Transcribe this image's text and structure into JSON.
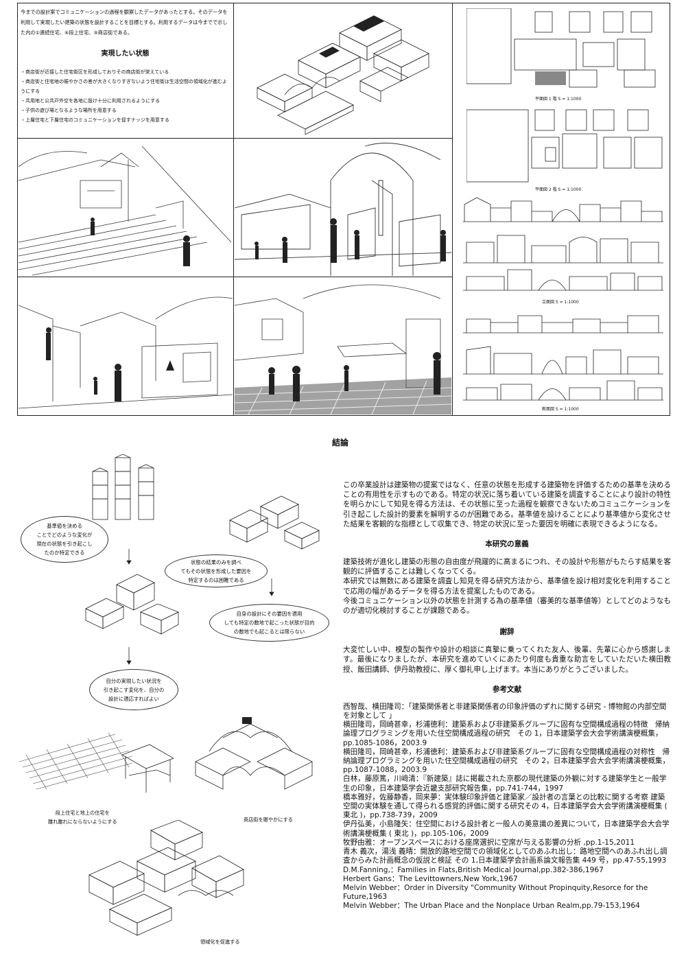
{
  "intro": {
    "paragraph": "今までの設計案でコミュニケーションの過程を観察したデータがあったとする。そのデータを利用して実現したい建築の状態を設計することを目標とする。利用するデータは今までで示した内の①連続住宅、④段上住宅、⑤商店街である。",
    "title": "実現したい状態",
    "items": [
      "・商店街が近接した住宅街区を形成しておりその商店街が栄えている",
      "・商店街と住宅地の賑やかさの差が大きくなりすぎないよう住宅街は生活空間の領域化が進むようにする",
      "・共用地と公共戸外空を各地に設け十分に利用されるようにする",
      "・子供の遊び場となるような場所を用意する",
      "・上層住宅と下層住宅のコミュニケーションを促すナッジを用意する"
    ]
  },
  "drawings": {
    "plan1_caption": "平面図 1 階  S = 1:1000",
    "plan2_caption": "平面図 2 階  S = 1:1000",
    "elevation_caption": "立面図  S = 1:1000",
    "section_caption": "断面図  S = 1:1000"
  },
  "conclusion": {
    "title": "結論",
    "paragraph": "この卒業設計は建築物の提案ではなく、任意の状態を形成する建築物を評価するための基準を決めることの有用性を示すものである。特定の状況に落ち着いている建築を調査することにより設計の特性を明らかにして知見を得る方法は、その状態に至った過程を観察できないためコミュニケーションを引き起こした設計的要素を解明するのが困難である。基準値を設けることにより基準値から変化させた結果を客観的な指標として収集でき、特定の状況に至った要因を明確に表現できるようになる。"
  },
  "significance": {
    "title": "本研究の意義",
    "paragraphs": [
      "建築技術が進化し建築の形態の自由度が飛躍的に高まるにつれ、その設計や形態がもたらす結果を客観的に評価することは難しくなってくる。",
      "本研究では無数にある建築を調査し知見を得る研究方法から、基準値を設け相対変化を利用することで応用の幅があるデータを得る方法を提案したものである。",
      "今後コミュニケーション以外の状態を計測する為の基準値（審美的な基準値等）としてどのようなものが適切化検討することが課題である。"
    ]
  },
  "thanks": {
    "title": "謝辞",
    "paragraph": "大変忙しい中、模型の製作や設計の相談に真摯に乗ってくれた友人、後輩、先輩に心から感謝します。最後になりましたが、本研究を進めていくにあたり何度も貴重な助言をしていただいた横田教授、飯田講師、伊丹助教授に、厚く御礼申し上げます。本当にありがとうございました。"
  },
  "references": {
    "title": "参考文献",
    "items": [
      "西智哉、横田隆司：「建築関係者と非建築関係者の印象評価のずれに関する研究 - 博物館の内部空間を対象として 」",
      "横田隆司，岡崎甚幸，杉浦徳利：建築系および非建築系グループに固有な空間構成過程の特徴　帰納論理プログラミングを用いた住空間構成過程の研究　その 1，日本建築学会大会学術講演梗概集，pp.1085-1086，2003.9",
      "横田隆司，岡崎甚幸，杉浦徳利：建築系および非建築系グループに固有な空間構成過程の対称性　帰納論理プログラミングを用いた住空間構成過程の研究　その 2，日本建築学会大会学術講演梗概集，pp.1087-1088，2003.9",
      "白林，藤原篤，川﨑清：『新建築』誌に掲載された京都の現代建築の外観に対する建築学生と一般学生の印象，日本建築学会近畿支部研究報告集，pp.741-744，1997",
      "橋本雅好，佐藤静香，岡来夢：実体験印象評価と建築家／設計者の言葉との比較に関する考察 建築空間の実体験を通して得られる感覚的評価に関する研究その 4，日本建築学会大会学術講演梗概集 ( 東北 )，pp.738-739，2009",
      "伊丹弘美，小島隆矢：住空間における設計者と一般人の美意識の差異について，日本建築学会大会学術講演梗概集 ( 東北 )，pp.105-106，2009",
      "牧野由雅：オープンスペースにおける座席選択に空席が与える影響の分析 ,pp.1-15,2011",
      "青木 義次，湯浅 義晴：開放的路地空間での領域化としてのあふれ出し：路地空間へのあふれ出し調査からみた計画概念の仮説と検証 その 1,日本建築学会計画系論文報告集 449 号，pp.47-55,1993",
      "D.M.Fanning,：Families in Flats,British Medical Journal,pp.382-386,1967",
      "Herbert Gans：The Levittowners,New York,1967",
      "Melvin Webber：Order in Diversity \"Community Without Propinquity,Resorce for the Future,1963",
      "Melvin Webber：The Urban Place and the Nonplace Urban Realm,pp.79-153,1964"
    ]
  },
  "diagram": {
    "bubble1": "基準値を決める\nことでどのような変化が\n現在の状態を引き起こし\nたのか特定できる",
    "bubble2": "状態の結果のみを調べ\nてもその状態を形成した要因を\n特定するのは困難である",
    "bubble3": "自身の設計にその要因を適用\nしても特定の敷地で起こった状態が目的\nの敷地でも起こるとは限らない",
    "bubble4": "自分の実現したい状況を\n引き起こす変化を、自分の\n設計に適応すればよい",
    "label_stair": "段上住宅と地上の住宅を\n離れ離れにならないようにする",
    "label_shop": "商店街を賑やかにする",
    "label_terr": "領域化を促進する"
  }
}
